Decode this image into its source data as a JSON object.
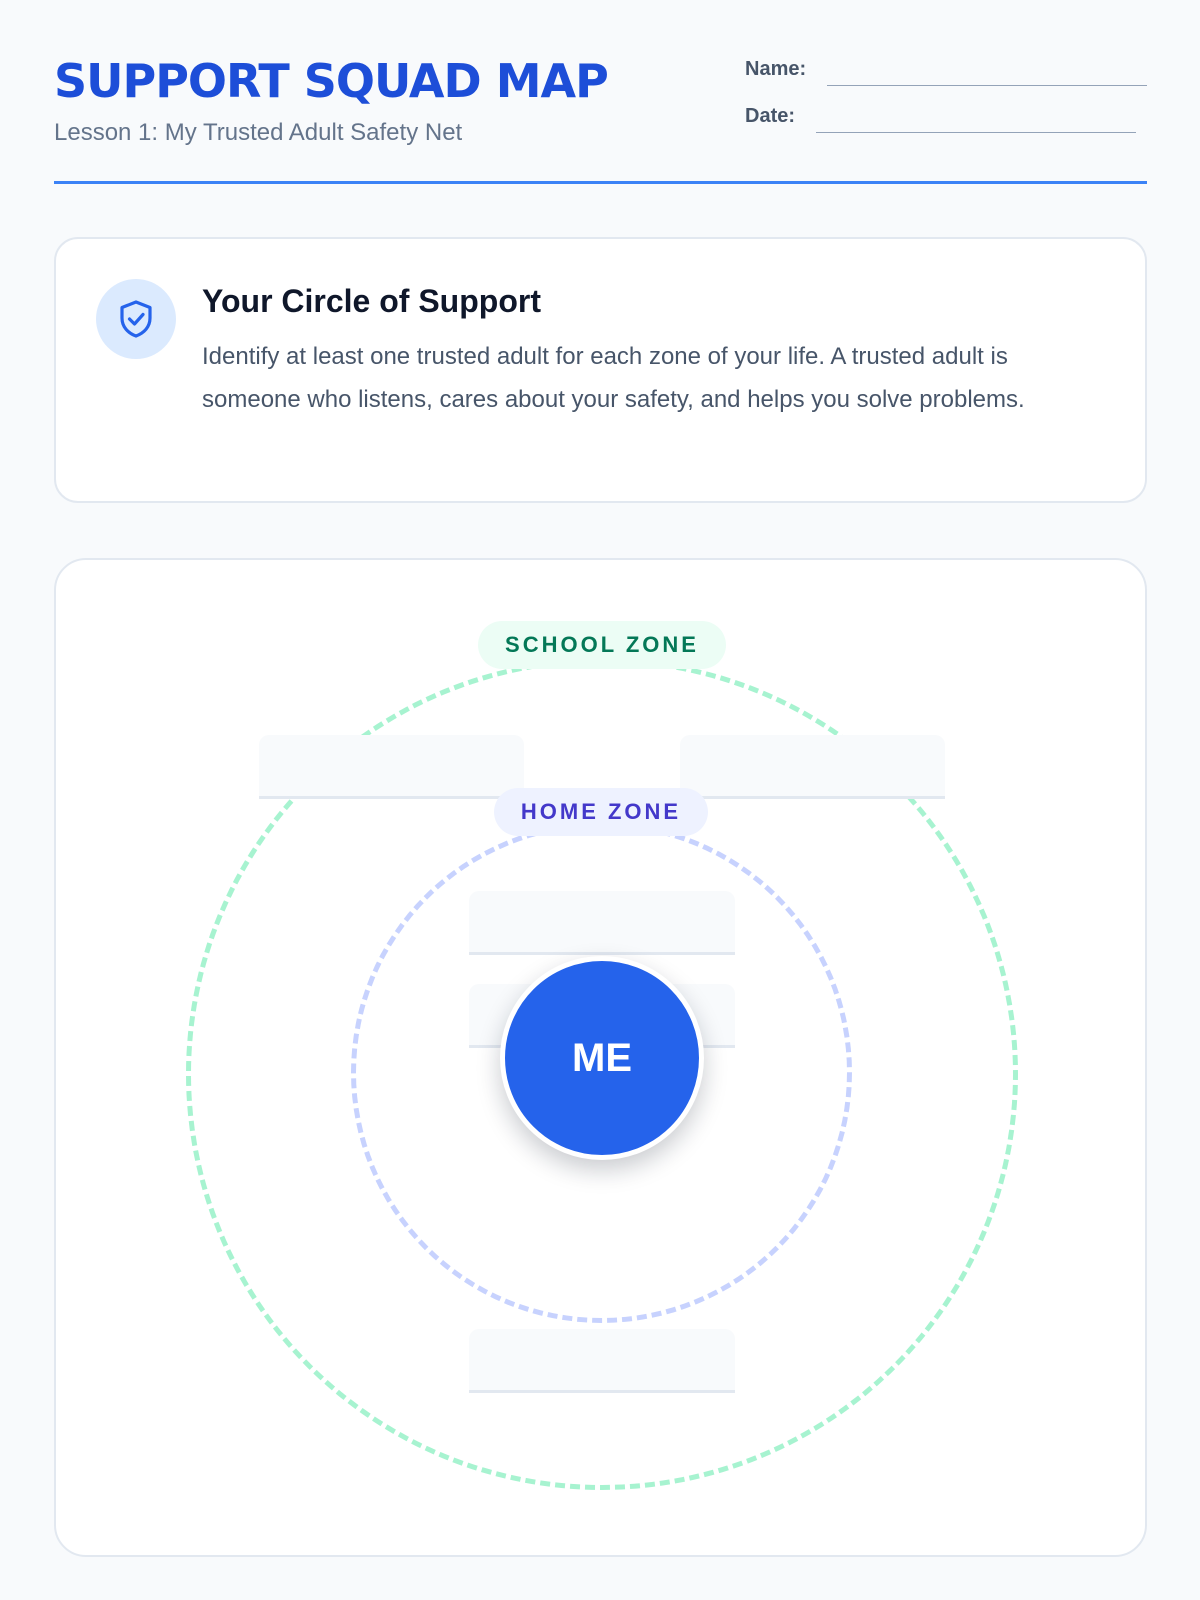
{
  "header": {
    "title": "SUPPORT SQUAD MAP",
    "subtitle": "Lesson 1: My Trusted Adult Safety Net",
    "name_label": "Name:",
    "date_label": "Date:"
  },
  "intro": {
    "icon": "shield-check-icon",
    "title": "Your Circle of Support",
    "text": "Identify at least one trusted adult for each zone of your life. A trusted adult is someone who listens, cares about your safety, and helps you solve problems."
  },
  "diagram": {
    "center_label": "ME",
    "zones": [
      {
        "label": "SCHOOL ZONE",
        "color": "#a7f3d0",
        "text_color": "#047857"
      },
      {
        "label": "HOME ZONE",
        "color": "#c7d2fe",
        "text_color": "#4338ca"
      }
    ]
  },
  "colors": {
    "accent": "#1d4ed8",
    "me_circle": "#2563eb",
    "header_rule": "#3b82f6"
  }
}
